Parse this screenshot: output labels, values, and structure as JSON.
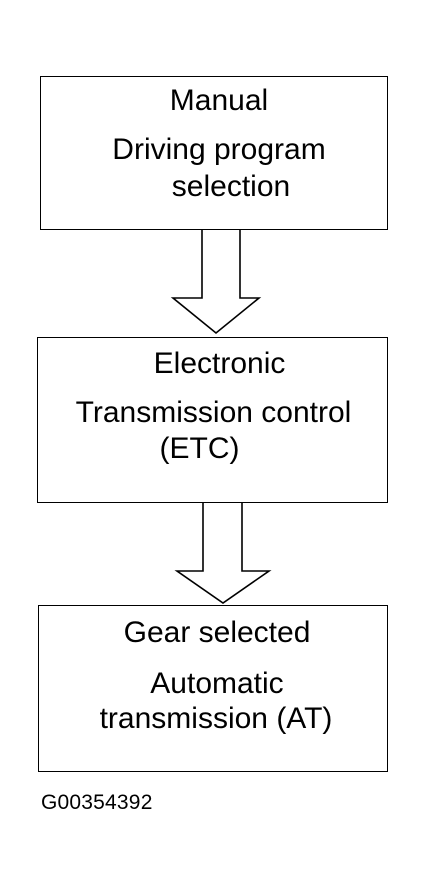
{
  "diagram": {
    "nodes": [
      {
        "id": "manual-selection",
        "lines": [
          "Manual",
          "Driving program",
          "selection"
        ]
      },
      {
        "id": "etc",
        "lines": [
          "Electronic",
          "Transmission control",
          "(ETC)"
        ]
      },
      {
        "id": "gear-selected",
        "lines": [
          "Gear selected",
          "Automatic",
          "transmission (AT)"
        ]
      }
    ],
    "edges": [
      {
        "from": "manual-selection",
        "to": "etc",
        "style": "hollow-block-arrow"
      },
      {
        "from": "etc",
        "to": "gear-selected",
        "style": "hollow-block-arrow"
      }
    ]
  },
  "figure_id": "G00354392"
}
